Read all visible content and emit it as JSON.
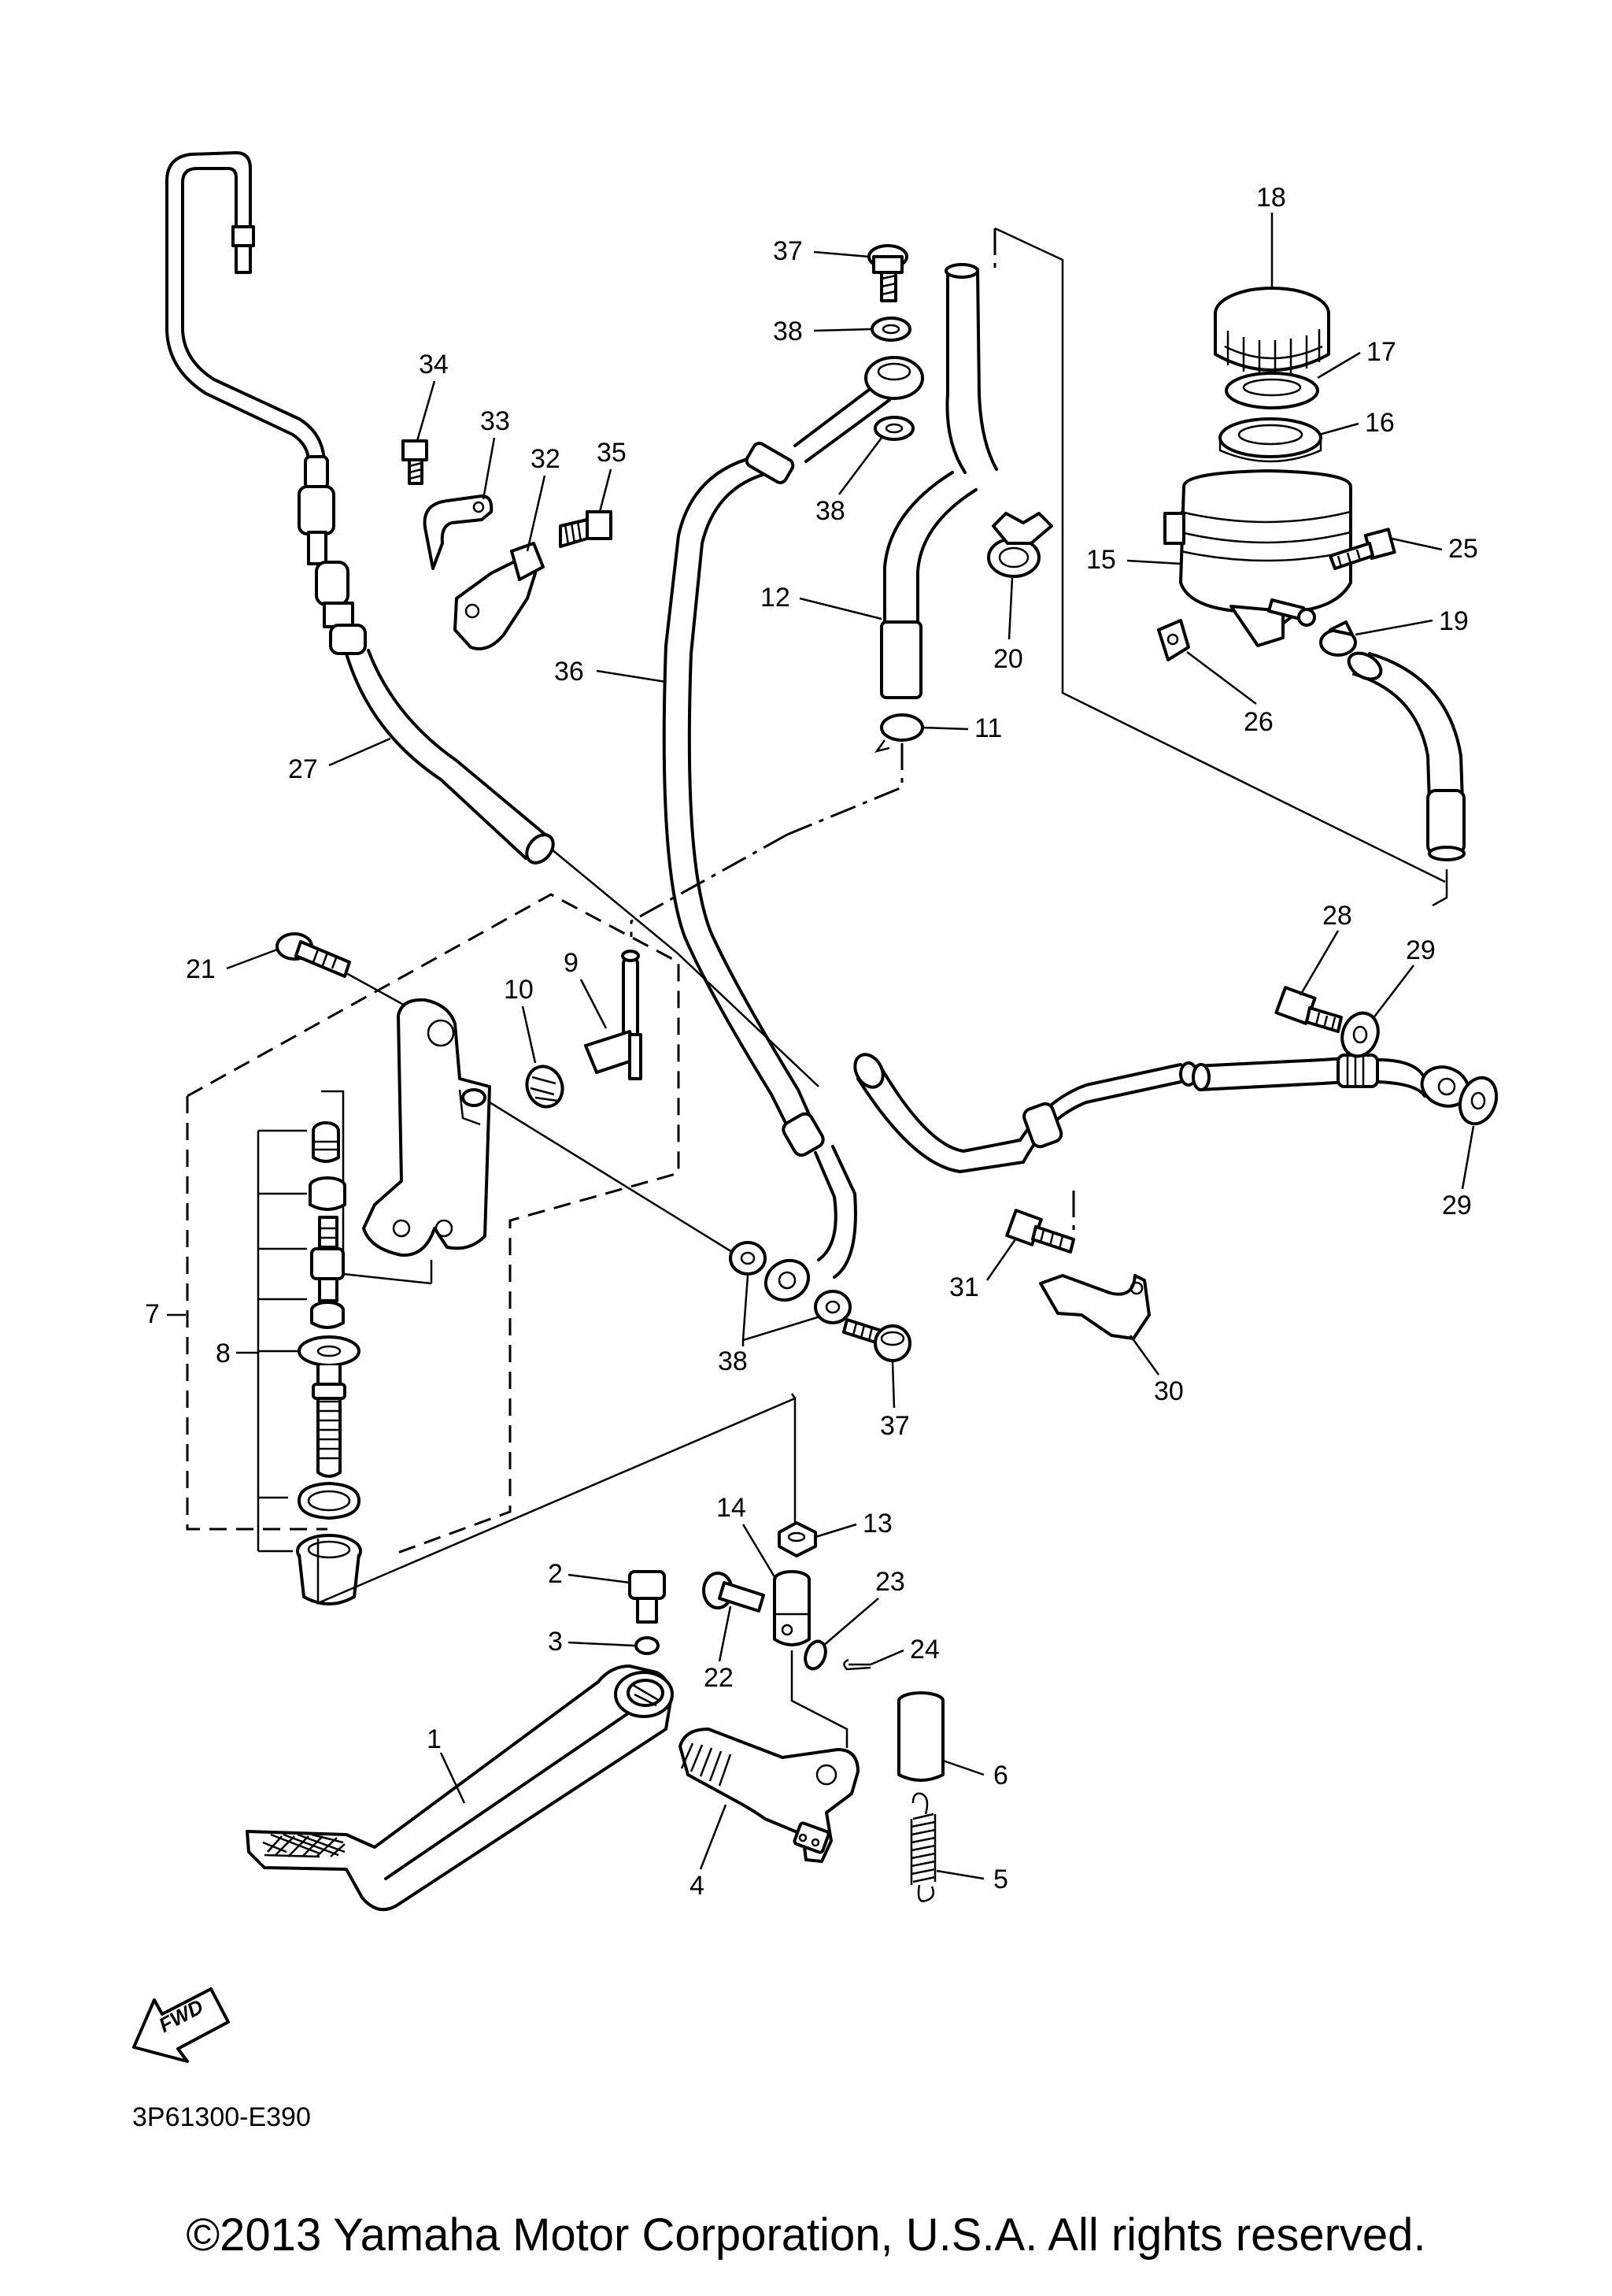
{
  "diagram": {
    "part_labels": [
      "1",
      "2",
      "3",
      "4",
      "5",
      "6",
      "7",
      "8",
      "9",
      "10",
      "11",
      "12",
      "13",
      "14",
      "15",
      "16",
      "17",
      "18",
      "19",
      "20",
      "21",
      "22",
      "23",
      "24",
      "25",
      "26",
      "27",
      "28",
      "29",
      "29",
      "30",
      "31",
      "32",
      "33",
      "34",
      "35",
      "36",
      "37",
      "37",
      "38",
      "38",
      "38"
    ],
    "ref_code": "3P61300-E390",
    "fwd_label": "FWD"
  },
  "footer": {
    "copyright": "©2013 Yamaha Motor Corporation, U.S.A. All rights reserved."
  }
}
